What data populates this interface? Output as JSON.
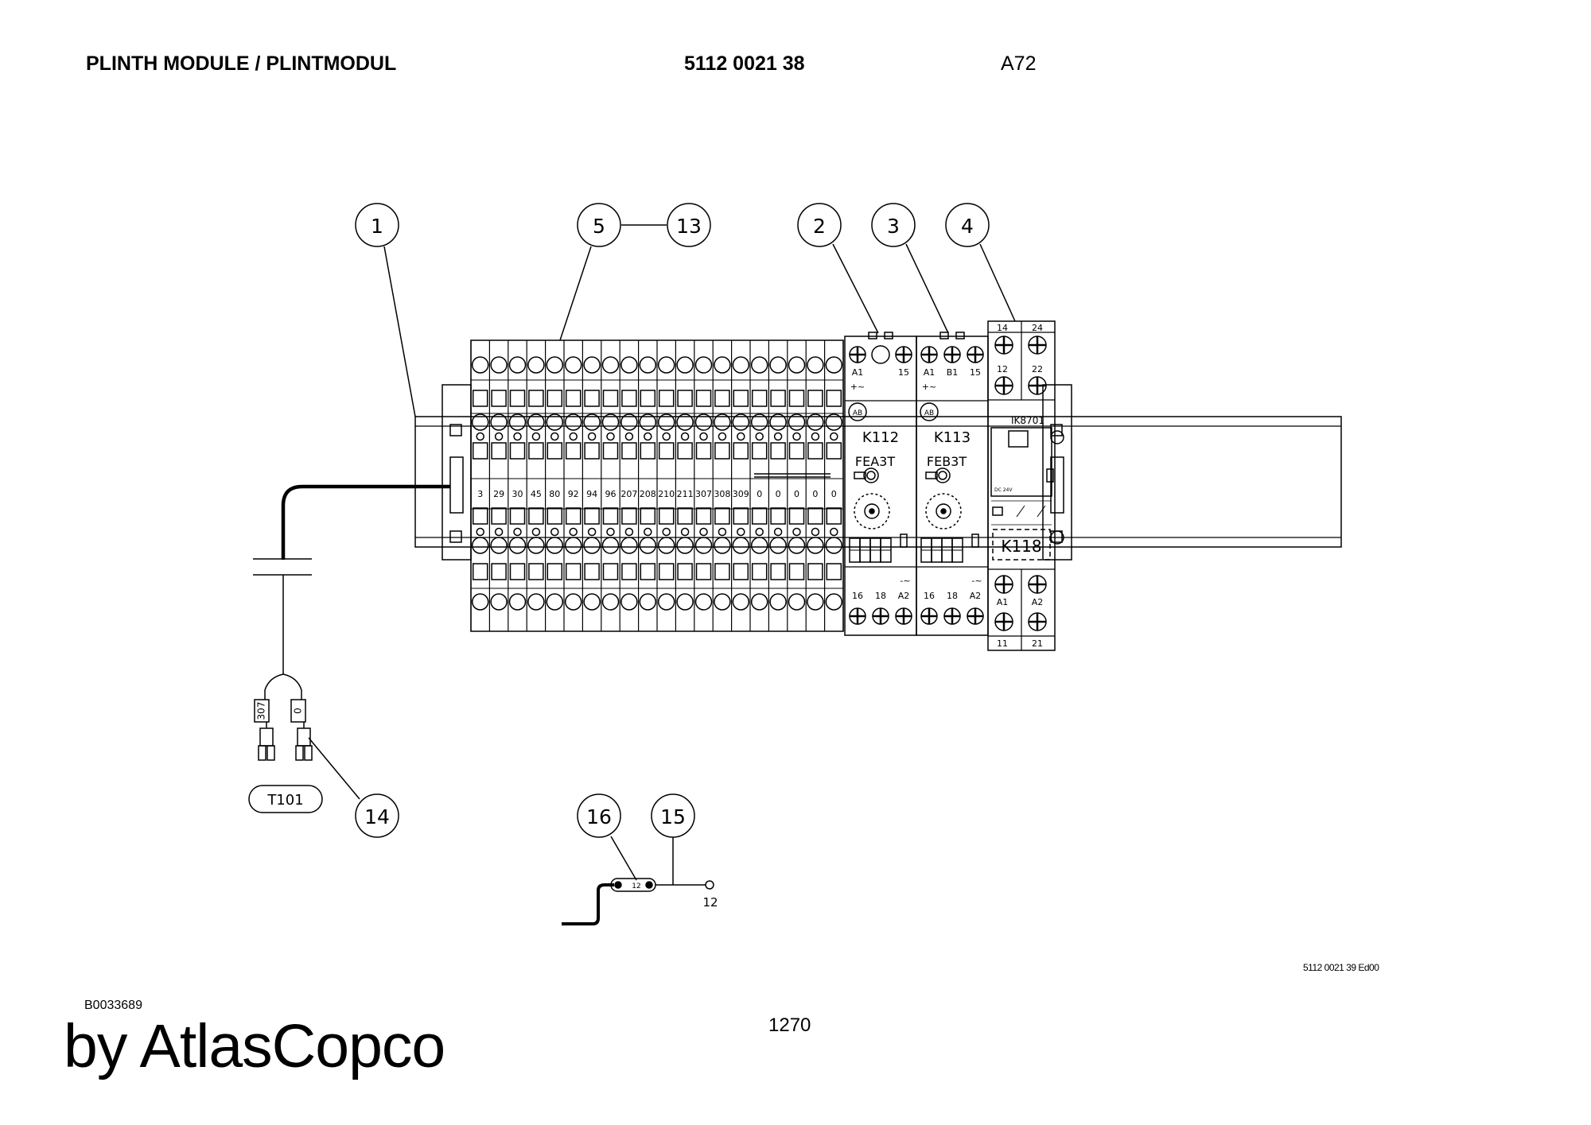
{
  "header": {
    "title": "PLINTH MODULE / PLINTMODUL",
    "part_number": "5112 0021 38",
    "page_id": "A72"
  },
  "callouts": [
    "1",
    "5",
    "13",
    "2",
    "3",
    "4",
    "14",
    "16",
    "15"
  ],
  "terminal_numbers": [
    "3",
    "29",
    "30",
    "45",
    "80",
    "92",
    "94",
    "96",
    "207",
    "208",
    "210",
    "211",
    "307",
    "308",
    "309",
    "0",
    "0",
    "0",
    "0",
    "0"
  ],
  "relay_k112": {
    "logo": "AB",
    "name": "K112",
    "model": "FEA3T",
    "top_terminals": [
      "A1",
      "15"
    ],
    "top_symbol": "+~",
    "bottom_terminals": [
      "16",
      "18",
      "A2"
    ],
    "bottom_symbol": "-~"
  },
  "relay_k113": {
    "logo": "AB",
    "name": "K113",
    "model": "FEB3T",
    "top_terminals": [
      "A1",
      "B1",
      "15"
    ],
    "top_symbol": "+~",
    "bottom_terminals": [
      "16",
      "18",
      "A2"
    ],
    "bottom_symbol": "-~"
  },
  "relay_k118": {
    "model": "IK8701",
    "name": "K118",
    "top_terminals": [
      "14",
      "24"
    ],
    "mid_terminals": [
      "12",
      "22"
    ],
    "bottom_mid_terminals": [
      "A1",
      "A2"
    ],
    "bottom_terminals": [
      "11",
      "21"
    ],
    "voltage": "DC 24V"
  },
  "cable": {
    "wire_labels": [
      "307",
      "0"
    ],
    "connector": "T101"
  },
  "sensor": {
    "tag": "12",
    "label": "12"
  },
  "footer": {
    "drawing_number": "5112 0021 39 Ed00",
    "image_id": "B0033689",
    "page_number": "1270",
    "brand": "by AtlasCopco"
  }
}
